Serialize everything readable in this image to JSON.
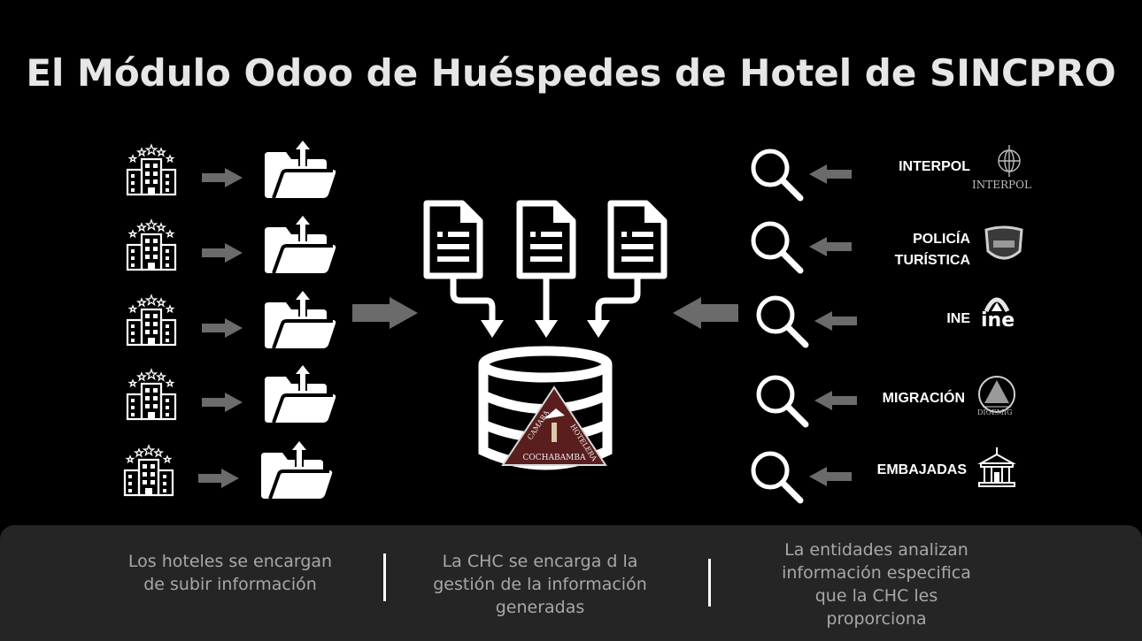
{
  "title": "El Módulo Odoo de Huéspedes de Hotel de SINCPRO",
  "icons": {
    "hotel": "hotel-building-icon",
    "upload_folder": "folder-upload-icon",
    "document": "document-icon",
    "database": "database-icon",
    "search": "magnifier-icon",
    "arrow": "arrow-right-icon"
  },
  "chc_logo": {
    "top": "CAMARA",
    "right": "HOTELERA",
    "bottom": "COCHABAMBA"
  },
  "entities": [
    {
      "label": "INTERPOL",
      "logo_text": "INTERPOL"
    },
    {
      "label": "POLICÍA\nTURÍSTICA",
      "logo_text": ""
    },
    {
      "label": "INE",
      "logo_text": "ine"
    },
    {
      "label": "MIGRACIÓN",
      "logo_text": "DIGEMIG"
    },
    {
      "label": "EMBAJADAS",
      "logo_text": ""
    }
  ],
  "footer": {
    "col1": "Los hoteles se encargan\nde subir información",
    "col2": "La CHC se encarga d la\ngestión de la información\ngeneradas",
    "col3": "La entidades analizan\ninformación especifica\nque la CHC les\nproporciona"
  },
  "colors": {
    "background": "#000000",
    "arrow_gray": "#6b6b6b",
    "footer_bg": "#252525",
    "footer_text": "#a8a8a8",
    "logo_maroon": "#5a1e1e"
  }
}
